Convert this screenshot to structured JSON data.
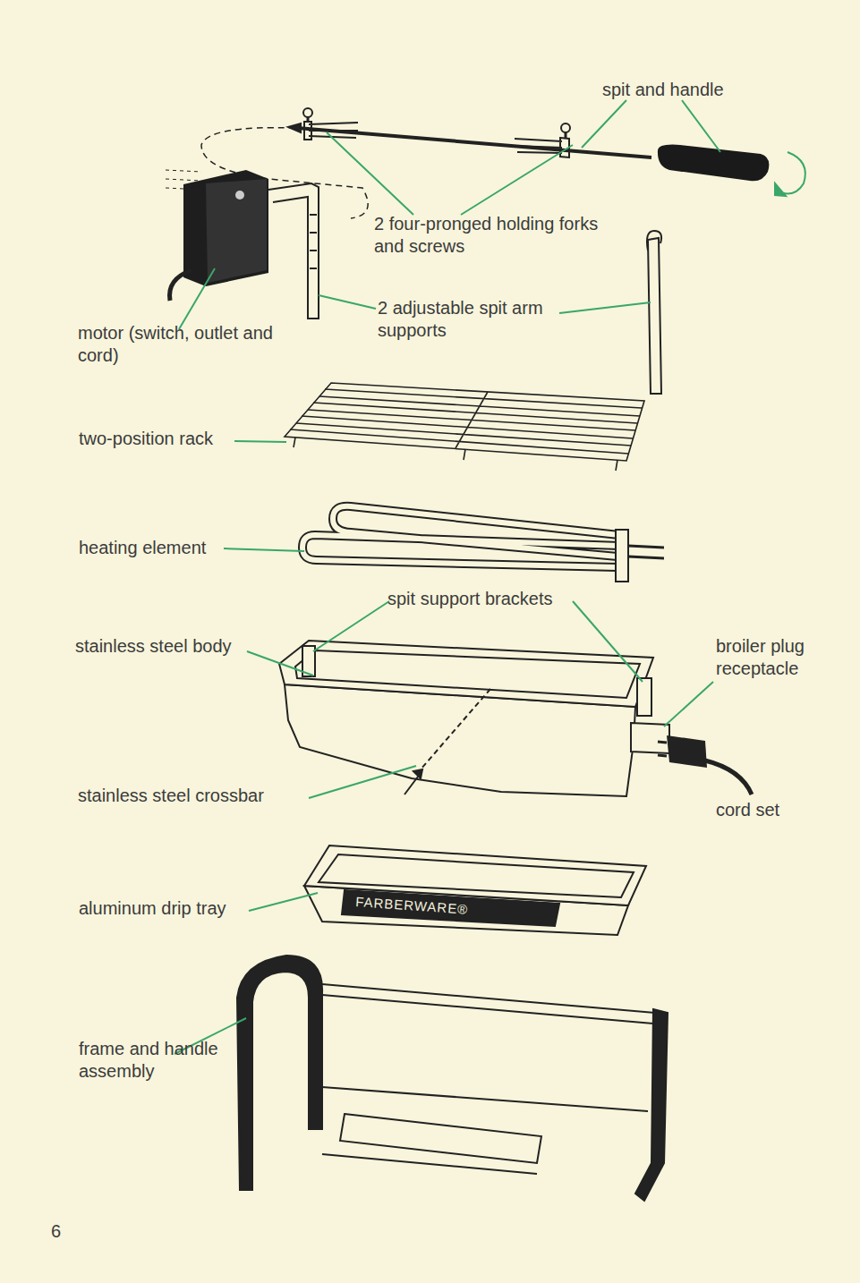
{
  "diagram": {
    "labels": [
      "spit and handle",
      "2 four-pronged holding forks and screws",
      "motor (switch, outlet and cord)",
      "2 adjustable spit arm supports",
      "two-position rack",
      "heating element",
      "spit support brackets",
      "stainless steel body",
      "broiler plug receptacle",
      "stainless steel crossbar",
      "cord set",
      "aluminum drip tray",
      "FARBERWARE®",
      "frame and handle assembly",
      "6"
    ]
  }
}
